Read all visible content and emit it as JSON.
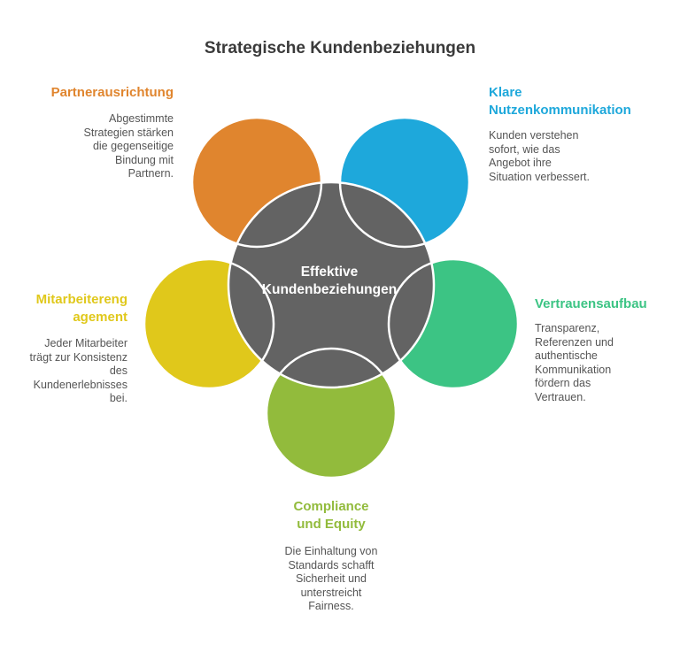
{
  "title": "Strategische Kundenbeziehungen",
  "center": {
    "lines": [
      "Effektive",
      "Kundenbeziehungen"
    ],
    "color": "#636363"
  },
  "nodes": [
    {
      "id": "partnerausrichtung",
      "heading": [
        "Partnerausrichtung"
      ],
      "text": [
        "Abgestimmte",
        "Strategien stärken",
        "die gegenseitige",
        "Bindung mit",
        "Partnern."
      ],
      "color": "#e0852e"
    },
    {
      "id": "nutzenkommunikation",
      "heading": [
        "Klare",
        "Nutzenkommunikation"
      ],
      "text": [
        "Kunden verstehen",
        "sofort, wie das",
        "Angebot ihre",
        "Situation verbessert."
      ],
      "color": "#1ea8db"
    },
    {
      "id": "vertrauensaufbau",
      "heading": [
        "Vertrauensaufbau"
      ],
      "text": [
        "Transparenz,",
        "Referenzen und",
        "authentische",
        "Kommunikation",
        "fördern das",
        "Vertrauen."
      ],
      "color": "#3cc484"
    },
    {
      "id": "compliance",
      "heading": [
        "Compliance",
        "und Equity"
      ],
      "text": [
        "Die Einhaltung von",
        "Standards schafft",
        "Sicherheit und",
        "unterstreicht",
        "Fairness."
      ],
      "color": "#92bb3c"
    },
    {
      "id": "mitarbeiterengagement",
      "heading": [
        "Mitarbeitereng",
        "agement"
      ],
      "text": [
        "Jeder Mitarbeiter",
        "trägt zur Konsistenz",
        "des",
        "Kundenerlebnisses",
        "bei."
      ],
      "color": "#e0c81b"
    }
  ]
}
